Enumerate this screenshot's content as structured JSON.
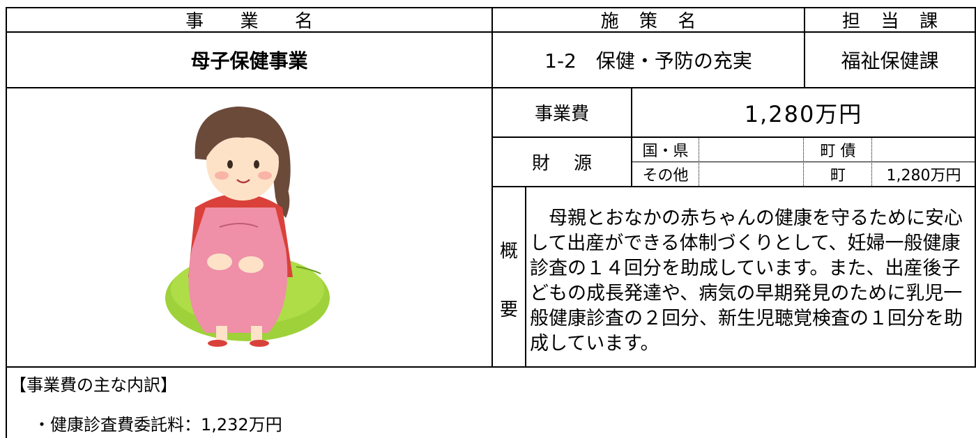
{
  "header": {
    "col1": [
      "事",
      "業",
      "名"
    ],
    "col2": [
      "施",
      "策",
      "名"
    ],
    "col3": [
      "担",
      "当",
      "課"
    ]
  },
  "row1": {
    "project_name": "母子保健事業",
    "policy_name": "1-2　保健・予防の充実",
    "department": "福祉保健課"
  },
  "cost": {
    "label": "事業費",
    "value": "1,280万円"
  },
  "funding": {
    "label": [
      "財",
      "源"
    ],
    "national_prefectural_label": "国・県",
    "national_prefectural_value": "",
    "town_bond_label": "町 債",
    "town_bond_value": "",
    "other_label": "その他",
    "other_value": "",
    "town_label": "町",
    "town_value": "1,280万円"
  },
  "overview": {
    "label_top": "概",
    "label_bottom": "要",
    "text": "　母親とおなかの赤ちゃんの健康を守るために安心して出産ができる体制づくりとして、妊婦一般健康診査の１４回分を助成しています。また、出産後子どもの成長発達や、病気の早期発見のために乳児一般健康診査の２回分、新生児聴覚検査の１回分を助成しています。"
  },
  "breakdown": {
    "title": "【事業費の主な内訳】",
    "items": [
      "・健康診査費委託料：1,232万円"
    ]
  },
  "illustration": {
    "icon": "pregnant-woman-icon",
    "colors": {
      "hair": "#6b4a3a",
      "apron": "#ef8fa8",
      "shirt": "#d9413a",
      "cushion": "#9fd13a",
      "skin": "#fde2c8"
    }
  }
}
